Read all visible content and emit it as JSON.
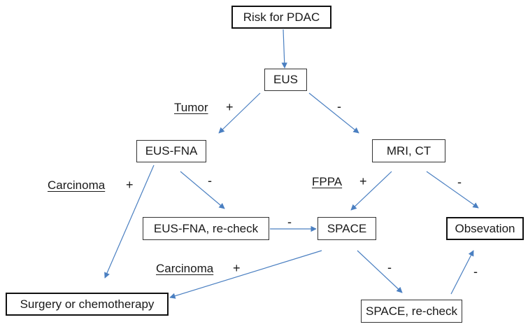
{
  "nodes": {
    "risk": "Risk for PDAC",
    "eus": "EUS",
    "eus_fna": "EUS-FNA",
    "mri_ct": "MRI, CT",
    "eus_fna_recheck": "EUS-FNA, re-check",
    "space": "SPACE",
    "observation": "Obsevation",
    "surgery": "Surgery or chemotherapy",
    "space_recheck": "SPACE, re-check"
  },
  "edge_labels": {
    "tumor": "Tumor",
    "tumor_sign": "+",
    "eus_negative": "-",
    "carcinoma_1": "Carcinoma",
    "carcinoma_1_sign": "+",
    "fna_negative": "-",
    "fppa": "FPPA",
    "fppa_sign": "+",
    "mri_negative": "-",
    "recheck_negative": "-",
    "carcinoma_2": "Carcinoma",
    "carcinoma_2_sign": "+",
    "space_negative": "-",
    "space_recheck_negative": "-"
  },
  "colors": {
    "arrow": "#4a7fc1",
    "border": "#222222"
  }
}
